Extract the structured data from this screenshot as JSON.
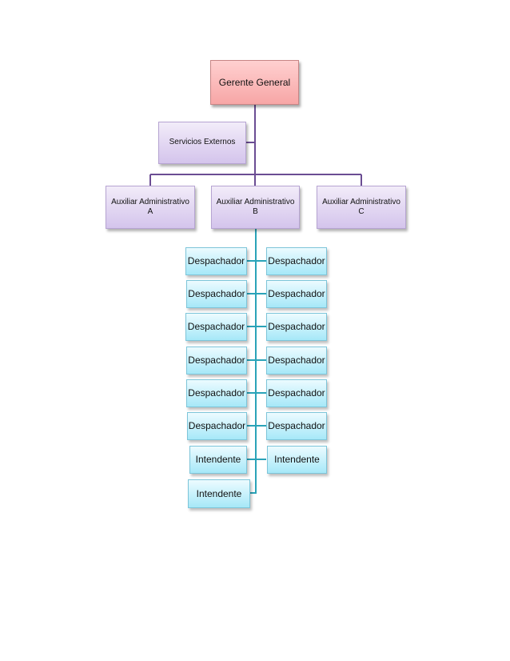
{
  "chart": {
    "manager": "Gerente General",
    "external": "Servicios Externos",
    "assistants": [
      "Auxiliar Administrativo\nA",
      "Auxiliar Administrativo\nB",
      "Auxiliar Administrativo\nC"
    ],
    "left_column": [
      "Despachador",
      "Despachador",
      "Despachador",
      "Despachador",
      "Despachador",
      "Despachador",
      "Intendente",
      "Intendente"
    ],
    "right_column": [
      "Despachador",
      "Despachador",
      "Despachador",
      "Despachador",
      "Despachador",
      "Despachador",
      "Intendente"
    ]
  },
  "colors": {
    "manager_line": "#6b4d93",
    "staff_line": "#2aa3b8",
    "manager_fill": "#f7a6a6",
    "assistant_fill": "#d4c4ec",
    "staff_fill": "#a6e8f8"
  }
}
